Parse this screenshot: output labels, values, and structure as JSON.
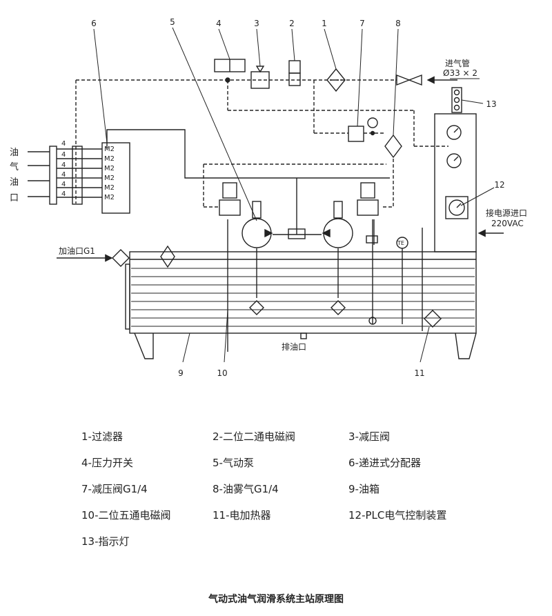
{
  "callouts": [
    "1",
    "2",
    "3",
    "4",
    "5",
    "6",
    "7",
    "8",
    "9",
    "10",
    "11",
    "12",
    "13"
  ],
  "labels": {
    "air_inlet": "进气管",
    "air_inlet_spec": "Ø33 × 2",
    "power_inlet": "接电源进口",
    "power_voltage": "220VAC",
    "fill_port": "加油口G1",
    "drain_port": "排油口",
    "outlet_chars": [
      "油",
      "气",
      "油",
      "口"
    ],
    "distributor_outlet": "4",
    "distributor_module": "M2",
    "temp_gauge": "TE"
  },
  "legend": [
    "1-过滤器",
    "2-二位二通电磁阀",
    "3-减压阀",
    "4-压力开关",
    "5-气动泵",
    "6-递进式分配器",
    "7-减压阀G1/4",
    "8-油雾气G1/4",
    "9-油箱",
    "10-二位五通电磁阀",
    "11-电加热器",
    "12-PLC电气控制装置",
    "13-指示灯"
  ],
  "caption": "气动式油气润滑系统主站原理图",
  "colors": {
    "line": "#222222",
    "paper": "#ffffff"
  }
}
